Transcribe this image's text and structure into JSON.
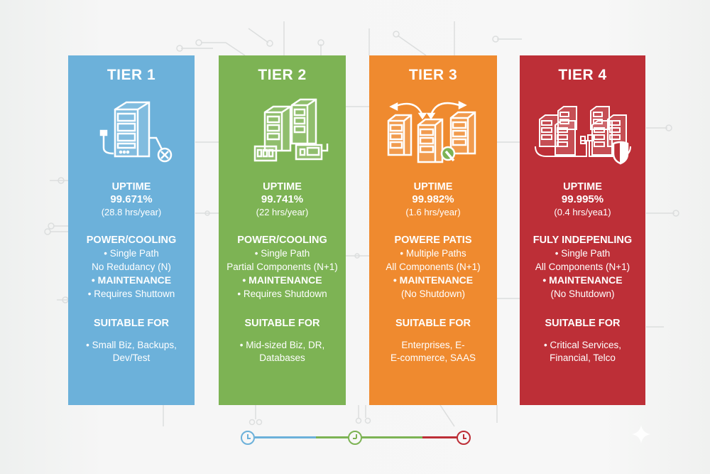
{
  "colors": {
    "tier1": "#6cb1da",
    "tier2": "#7db354",
    "tier3": "#ef8a2f",
    "tier4": "#bd2f37",
    "background": "#f6f6f6",
    "text": "#ffffff"
  },
  "tiers": [
    {
      "title": "TIER 1",
      "icon": "single-server-unplugged-icon",
      "uptime_label": "UPTIME",
      "uptime_pct": "99.671%",
      "downtime": "(28.8 hrs/year)",
      "section_title": "POWER/COOLING",
      "path": "• Single Path",
      "redundancy": "No Redudancy (N)",
      "maintenance_label": "• MAINTENANCE",
      "maintenance": "• Requires Shuttown",
      "suitable_title": "SUITABLE FOR",
      "suitable_line1": "• Small Biz, Backups,",
      "suitable_line2": "Dev/Test"
    },
    {
      "title": "TIER 2",
      "icon": "servers-with-components-icon",
      "uptime_label": "UPTIME",
      "uptime_pct": "99.741%",
      "downtime": "(22 hrs/year)",
      "section_title": "POWER/COOLING",
      "path": "• Single Path",
      "redundancy": "Partial Components (N+1)",
      "maintenance_label": "• MAINTENANCE",
      "maintenance": "• Requires Shutdown",
      "suitable_title": "SUITABLE FOR",
      "suitable_line1": "• Mid-sized Biz, DR,",
      "suitable_line2": "Databases"
    },
    {
      "title": "TIER 3",
      "icon": "multi-path-servers-wrench-icon",
      "uptime_label": "UPTIME",
      "uptime_pct": "99.982%",
      "downtime": "(1.6 hrs/year)",
      "section_title": "POWERE PATIS",
      "path": "• Multiple Paths",
      "redundancy": "All Components (N+1)",
      "maintenance_label": "• MAINTENANCE",
      "maintenance": "(No Shutdown)",
      "suitable_title": "SUITABLE FOR",
      "suitable_line1": "Enterprises, E-",
      "suitable_line2": "E-commerce, SAAS"
    },
    {
      "title": "TIER 4",
      "icon": "redundant-servers-shield-icon",
      "uptime_label": "UPTIME",
      "uptime_pct": "99.995%",
      "downtime": "(0.4 hrs/yea1)",
      "section_title": "FULY INDEPENLING",
      "path": "• Single Path",
      "redundancy": "All Components (N+1)",
      "maintenance_label": "• MAINTENANCE",
      "maintenance": "(No Shutdown)",
      "suitable_title": "SUITABLE FOR",
      "suitable_line1": "• Critical Services,",
      "suitable_line2": "Financial, Telco"
    }
  ],
  "timeline": {
    "clocks": [
      "clock-icon-blue",
      "clock-icon-green",
      "clock-icon-red"
    ]
  }
}
